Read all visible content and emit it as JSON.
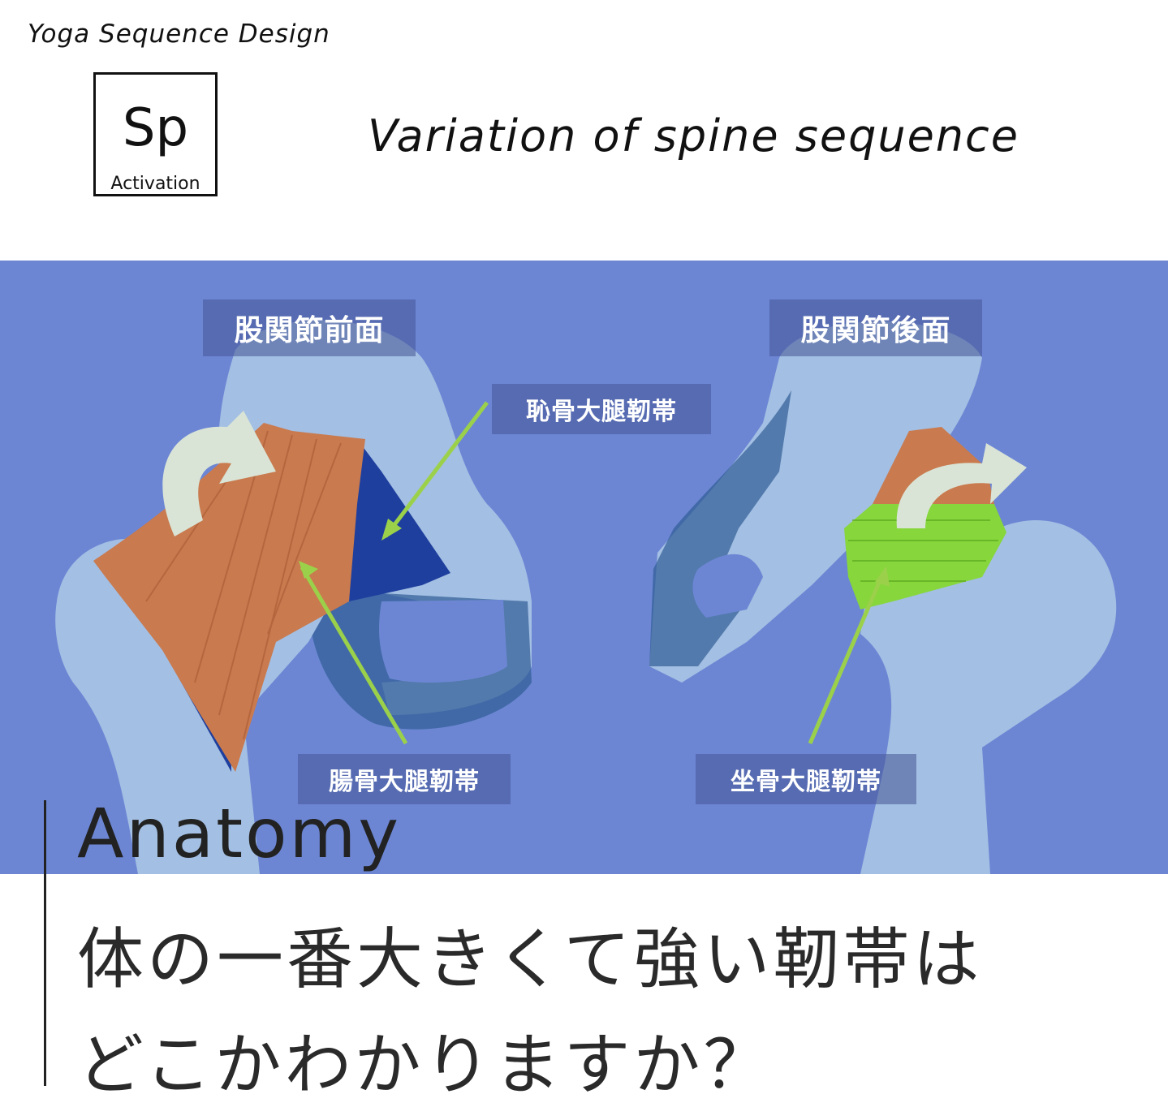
{
  "header": {
    "brand": "Yoga Sequence Design",
    "badge": {
      "symbol": "Sp",
      "caption": "Activation"
    },
    "title": "Variation of spine sequence"
  },
  "figure": {
    "labels": {
      "front_view": "股関節前面",
      "back_view": "股関節後面",
      "pubofemoral": "恥骨大腿靭帯",
      "iliofemoral": "腸骨大腿靭帯",
      "ischiofemoral": "坐骨大腿靭帯"
    },
    "colors": {
      "background": "#6c86d4",
      "bone": "#a3bfe3",
      "iliofemoral": "#c97a4e",
      "pubofemoral": "#1e3f9e",
      "ischiofemoral": "#86d63c",
      "pointer": "#9bd14a",
      "arrow": "#d9e4d6"
    }
  },
  "section": {
    "heading": "Anatomy",
    "question_lines": [
      "体の一番大きくて強い靭帯は",
      "どこかわかりますか？"
    ]
  }
}
